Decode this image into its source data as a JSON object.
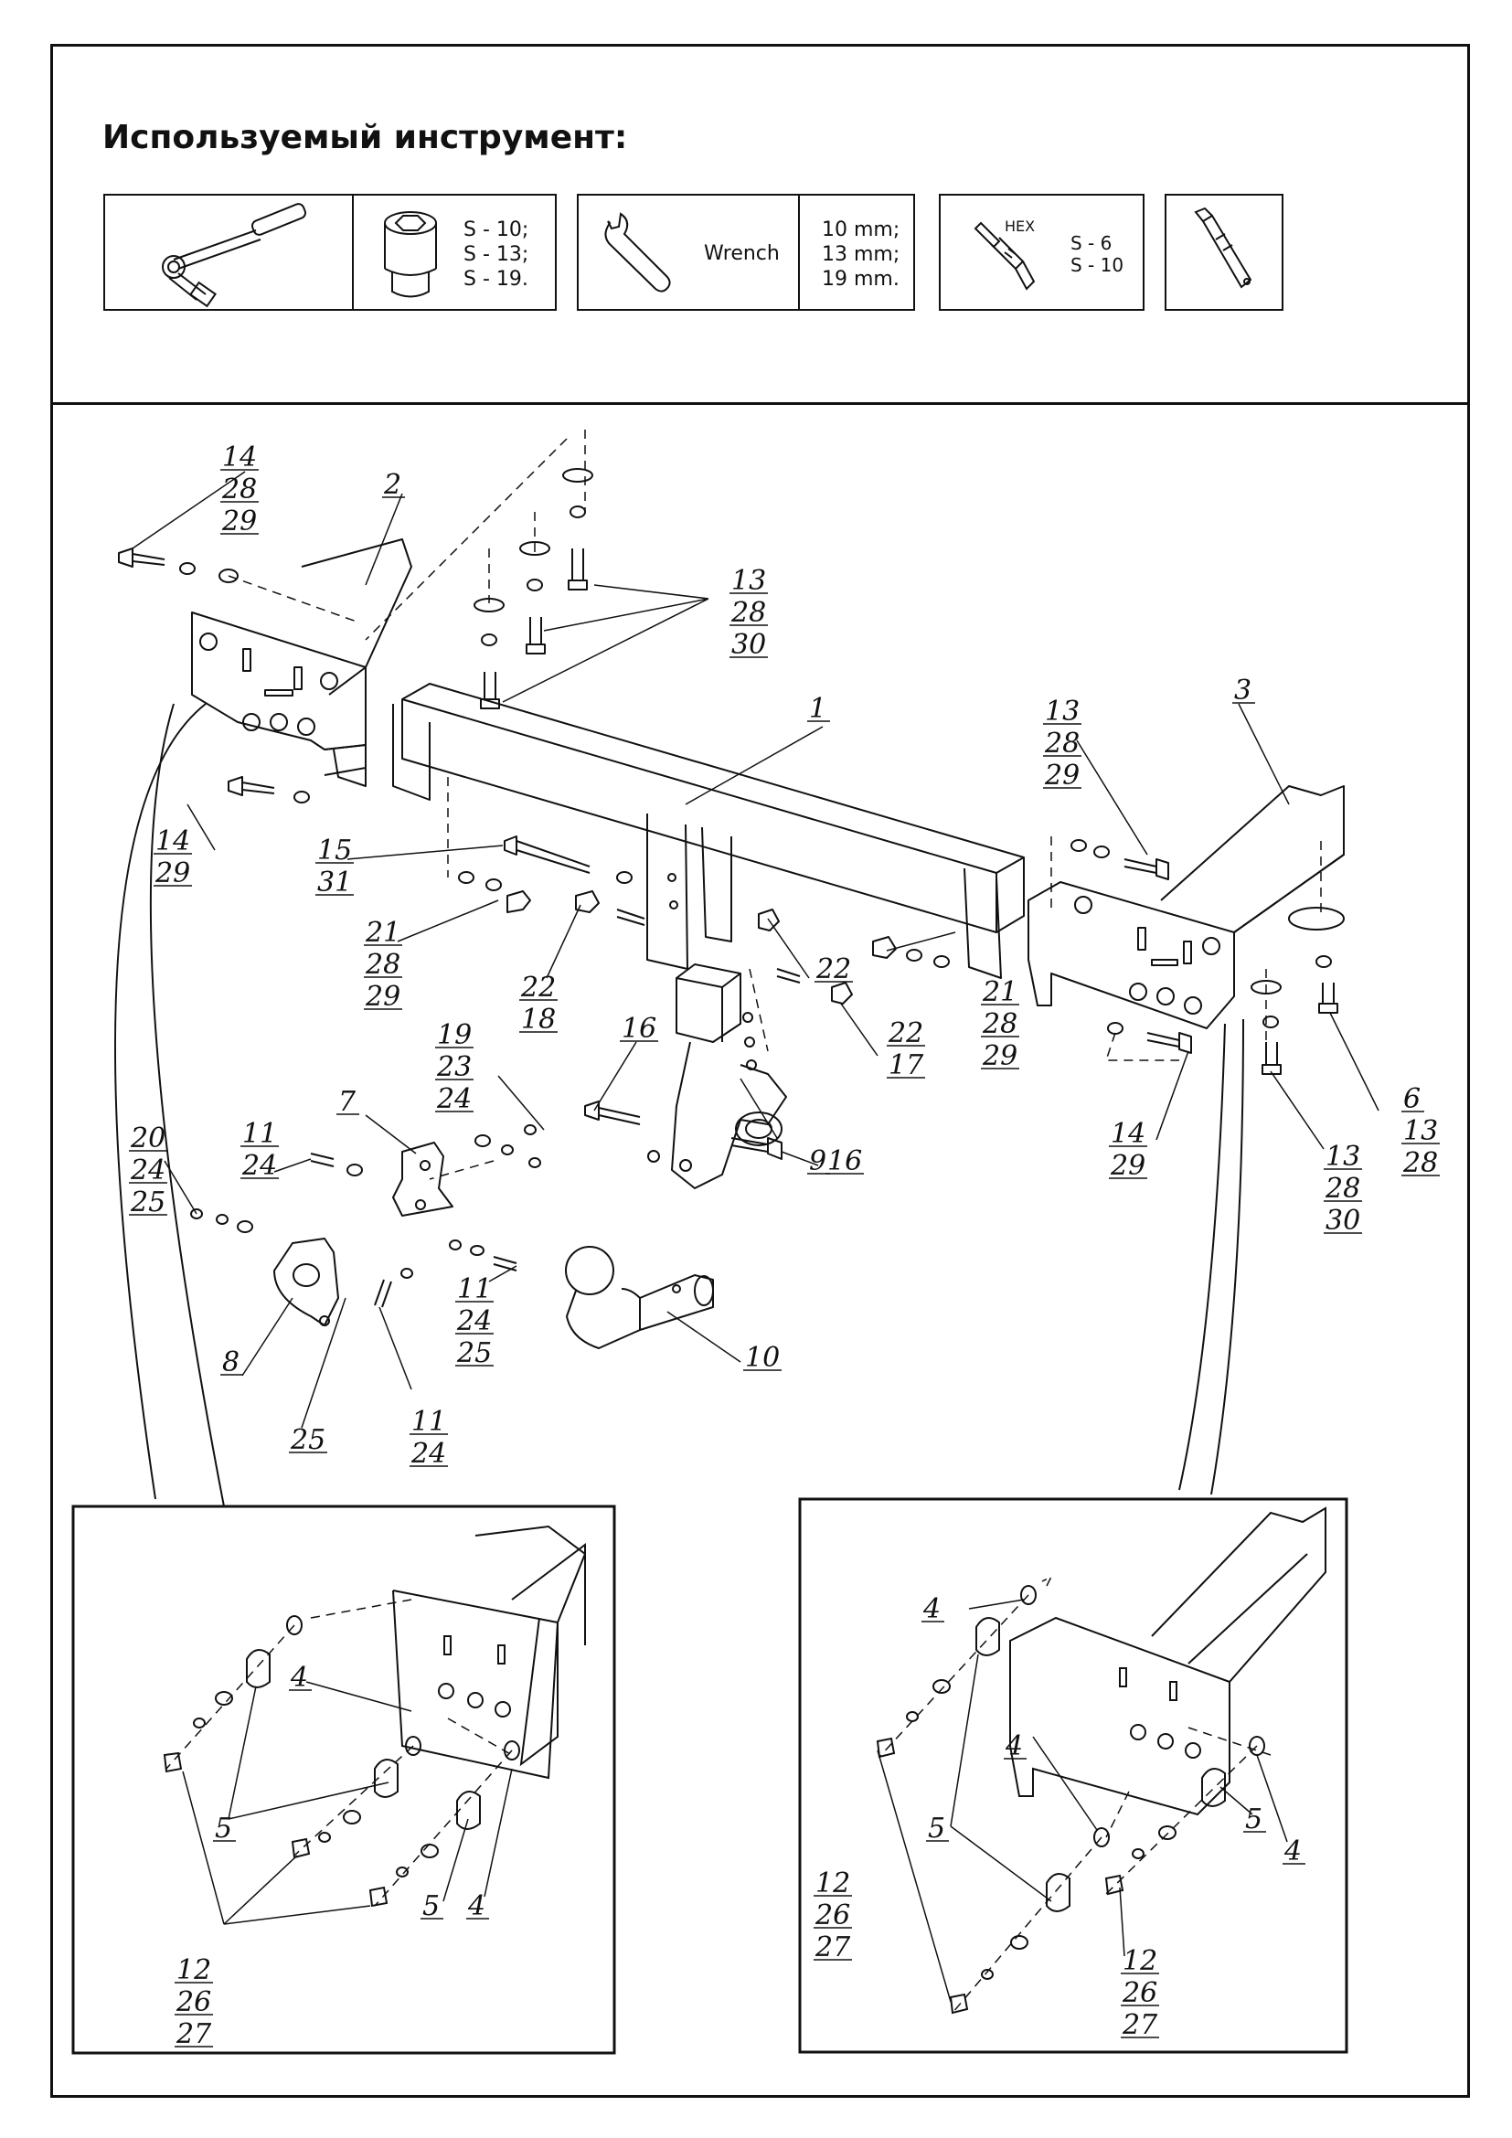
{
  "header": {
    "title": "Используемый инструмент:"
  },
  "tools": {
    "socket_sizes": "S - 10;\nS - 13;\nS - 19.",
    "wrench_label": "Wrench",
    "wrench_sizes": "10 mm;\n13 mm;\n19 mm.",
    "hex_label": "HEX",
    "hex_sizes": "S - 6\nS - 10"
  },
  "callouts": {
    "c_top_left": [
      "14",
      "28",
      "29"
    ],
    "c_2": [
      "2"
    ],
    "c_13_top": [
      "13",
      "28",
      "30"
    ],
    "c_1": [
      "1"
    ],
    "c_13_right": [
      "13",
      "28",
      "29"
    ],
    "c_3": [
      "3"
    ],
    "c_14_left": [
      "14",
      "29"
    ],
    "c_15": [
      "15",
      "31"
    ],
    "c_21_left": [
      "21",
      "28",
      "29"
    ],
    "c_22_18": [
      "22",
      "18"
    ],
    "c_22_a": [
      "22"
    ],
    "c_22_17": [
      "22",
      "17"
    ],
    "c_21_right": [
      "21",
      "28",
      "29"
    ],
    "c_16_a": [
      "16"
    ],
    "c_9": [
      "9"
    ],
    "c_16_b": [
      "16"
    ],
    "c_14_right": [
      "14",
      "29"
    ],
    "c_6": [
      "6",
      "13",
      "28"
    ],
    "c_13_bottom": [
      "13",
      "28",
      "30"
    ],
    "c_19": [
      "19",
      "23",
      "24"
    ],
    "c_7": [
      "7"
    ],
    "c_20": [
      "20",
      "24",
      "25"
    ],
    "c_11_a": [
      "11",
      "24"
    ],
    "c_11_b": [
      "11",
      "24",
      "25"
    ],
    "c_8": [
      "8"
    ],
    "c_25": [
      "25"
    ],
    "c_11_c": [
      "11",
      "24"
    ],
    "c_10": [
      "10"
    ],
    "l_4_a": [
      "4"
    ],
    "l_5_a": [
      "5"
    ],
    "l_5_b": [
      "5"
    ],
    "l_4_b": [
      "4"
    ],
    "l_12": [
      "12",
      "26",
      "27"
    ],
    "r_4_a": [
      "4"
    ],
    "r_5_a": [
      "5"
    ],
    "r_4_b": [
      "4"
    ],
    "r_4_c": [
      "4"
    ],
    "r_5_b": [
      "5"
    ],
    "r_12_a": [
      "12",
      "26",
      "27"
    ],
    "r_12_b": [
      "12",
      "26",
      "27"
    ]
  }
}
